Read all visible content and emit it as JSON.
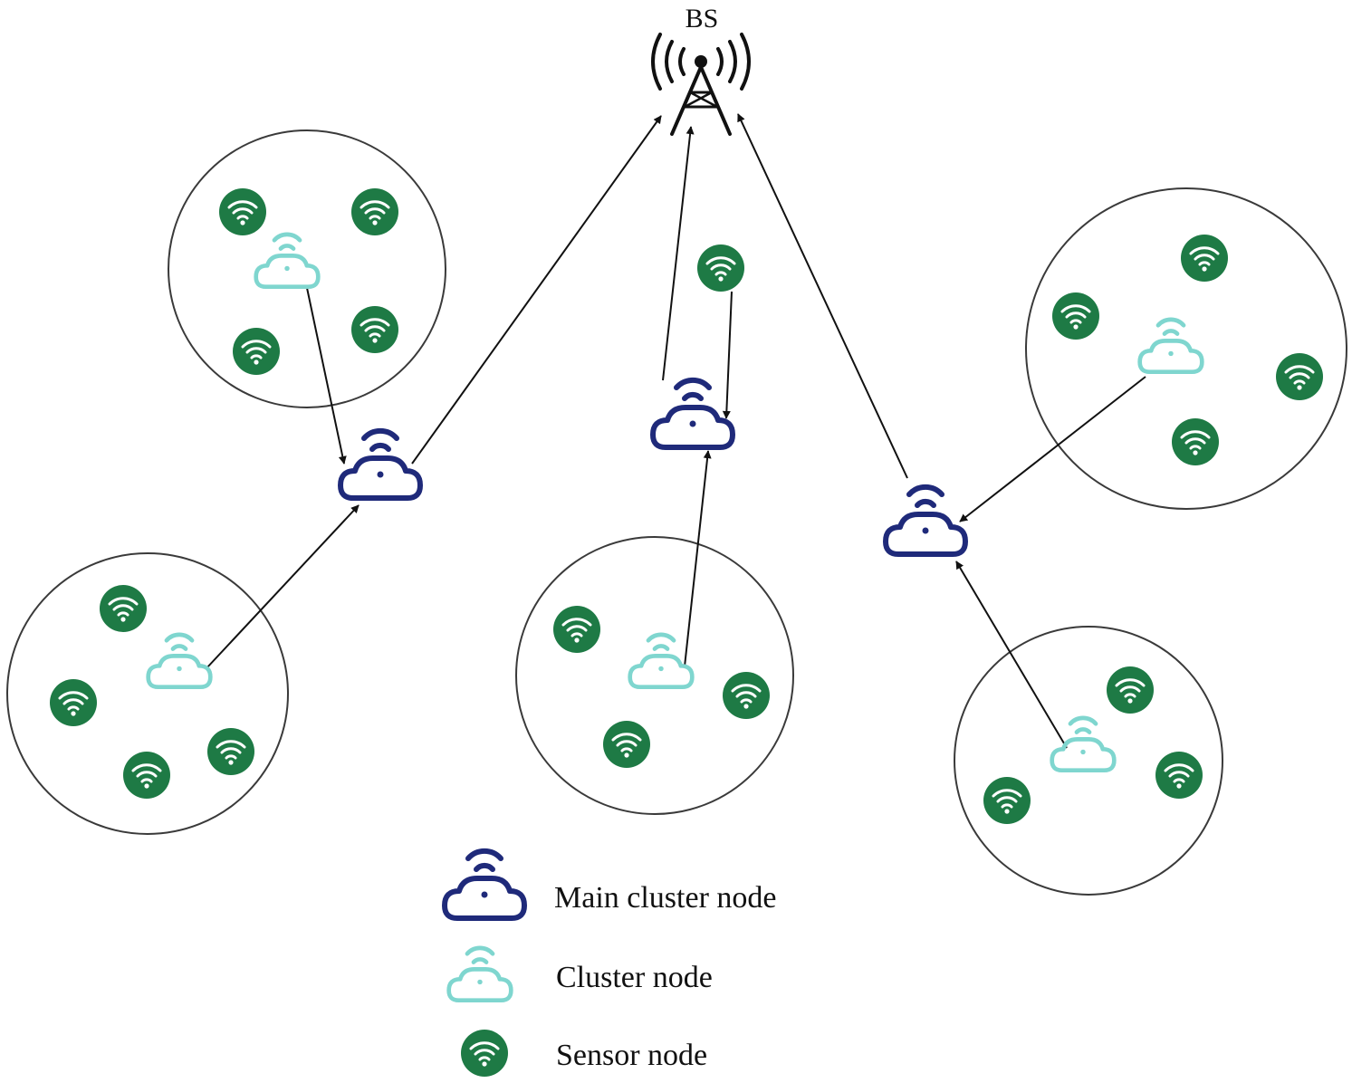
{
  "bs": {
    "label": "BS"
  },
  "legend": {
    "items": [
      {
        "key": "main",
        "label": "Main cluster node",
        "icon": "main-cluster-node-icon"
      },
      {
        "key": "cluster",
        "label": "Cluster node",
        "icon": "cluster-node-icon"
      },
      {
        "key": "sensor",
        "label": "Sensor node",
        "icon": "sensor-node-icon"
      }
    ]
  },
  "colors": {
    "main_cluster_node": "#1f2a7a",
    "cluster_node": "#7fd6cf",
    "sensor_node": "#1e7a45",
    "sensor_waves": "#ffffff",
    "cluster_outline": "#3a3a3a",
    "links": "#111111",
    "tower": "#111111"
  },
  "topology": {
    "clusters": [
      {
        "id": "top-left",
        "sensors": 4,
        "forwards_to": "main-left"
      },
      {
        "id": "bottom-left",
        "sensors": 4,
        "forwards_to": "main-left"
      },
      {
        "id": "bottom-middle",
        "sensors": 3,
        "forwards_to": "main-middle"
      },
      {
        "id": "top-right",
        "sensors": 4,
        "forwards_to": "main-right"
      },
      {
        "id": "bottom-right",
        "sensors": 3,
        "forwards_to": "main-right"
      }
    ],
    "main_cluster_nodes": [
      "main-left",
      "main-middle",
      "main-right"
    ],
    "uplinks_to": "BS"
  }
}
